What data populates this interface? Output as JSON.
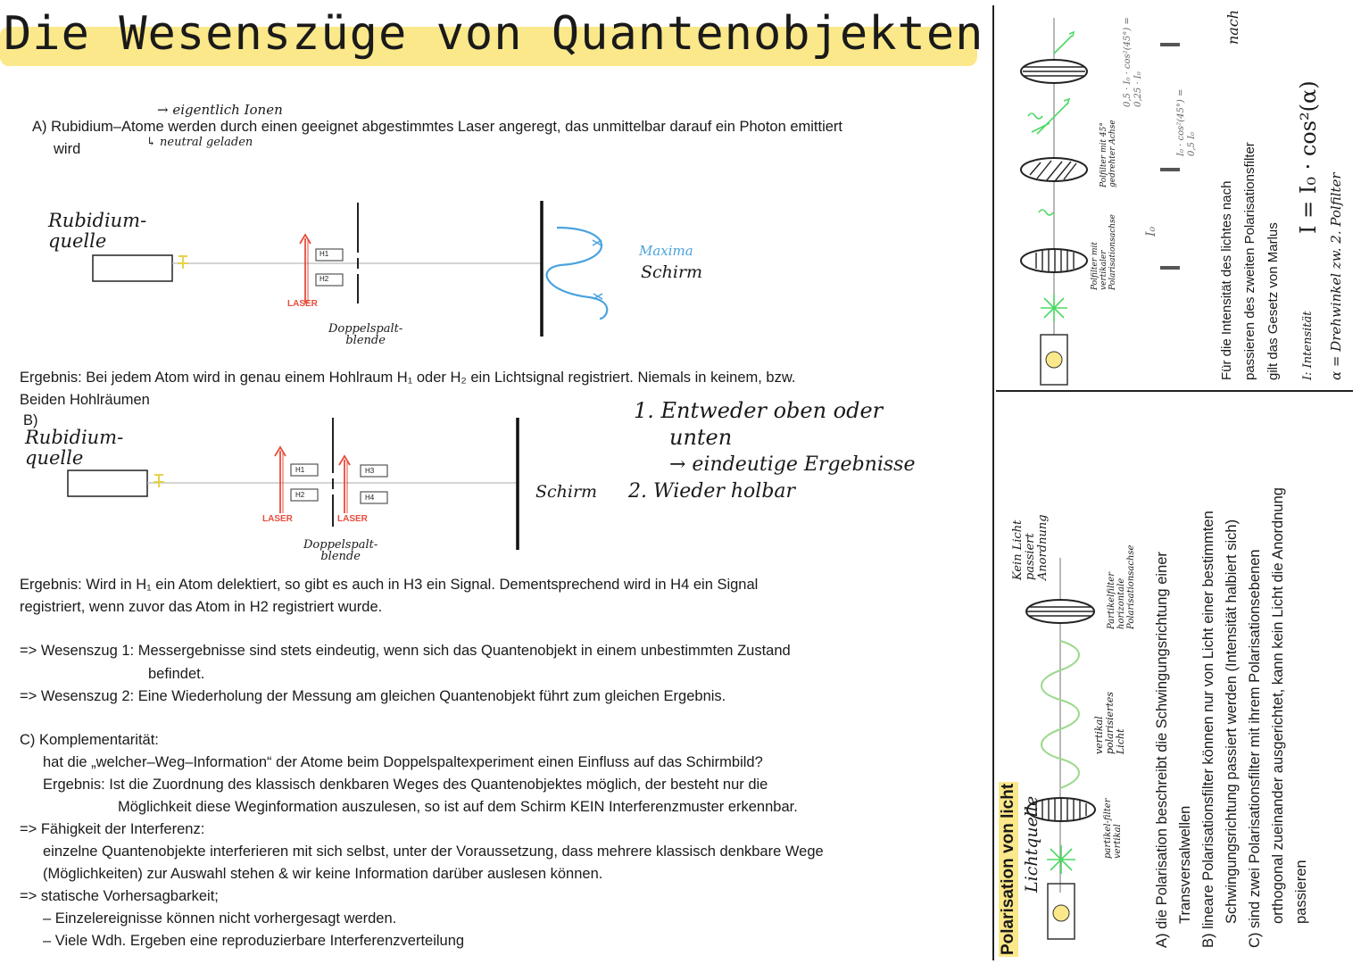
{
  "title": "Die Wesenszüge von Quantenobjekten",
  "sectionA": {
    "annotation_top": "→ eigentlich Ionen",
    "annotation_bottom": "↳ neutral geladen",
    "line1": "A) Rubidium–Atome werden durch einen geeignet abgestimmtes Laser angeregt, das unmittelbar darauf ein Photon emittiert",
    "line2": "wird"
  },
  "diagramA": {
    "source_label_1": "Rubidium-",
    "source_label_2": "quelle",
    "h1": "H1",
    "h2": "H2",
    "laser": "LASER",
    "slit_label_1": "Doppelspalt-",
    "slit_label_2": "blende",
    "maxima": "Maxima",
    "screen": "Schirm"
  },
  "resultA": {
    "line1": "Ergebnis: Bei jedem Atom wird in genau einem Hohlraum H₁ oder H₂ ein Lichtsignal registriert. Niemals in keinem, bzw.",
    "line2": "Beiden Hohlräumen"
  },
  "sectionB": {
    "label": "B)",
    "source_label_1": "Rubidium-",
    "source_label_2": "quelle",
    "h1": "H1",
    "h2": "H2",
    "h3": "H3",
    "h4": "H4",
    "laser": "LASER",
    "slit_label_1": "Doppelspalt-",
    "slit_label_2": "blende",
    "screen": "Schirm",
    "note1": "1. Entweder oben oder",
    "note2": "unten",
    "note3": "→ eindeutige Ergebnisse",
    "note4": "2. Wieder holbar"
  },
  "resultB": {
    "line1": "Ergebnis: Wird in H₁ ein Atom delektiert, so gibt es auch in H3 ein Signal. Dementsprechend wird in H4 ein Signal",
    "line2": "registriert, wenn zuvor das Atom in H2 registriert wurde."
  },
  "wesenszug1_a": "=> Wesenszug 1: Messergebnisse sind stets eindeutig, wenn sich das Quantenobjekt in einem unbestimmten Zustand",
  "wesenszug1_b": "befindet.",
  "wesenszug2": "=> Wesenszug 2: Eine Wiederholung der Messung am gleichen Quantenobjekt führt zum gleichen Ergebnis.",
  "sectionC": {
    "head": "C) Komplementarität:",
    "q": "hat die „welcher–Weg–Information“ der Atome beim Doppelspaltexperiment einen Einfluss auf das Schirmbild?",
    "e1": "Ergebnis: Ist die Zuordnung des klassisch denkbaren Weges des Quantenobjektes möglich, der besteht nur die",
    "e2": "Möglichkeit diese Weginformation auszulesen, so ist auf dem Schirm KEIN Interferenzmuster erkennbar.",
    "f_head": "=> Fähigkeit der Interferenz:",
    "f1": "einzelne Quantenobjekte interferieren mit sich selbst, unter der Voraussetzung, dass mehrere klassisch denkbare Wege",
    "f2": "(Möglichkeiten) zur Auswahl stehen & wir keine Information darüber auslesen können.",
    "s_head": "=> statische Vorhersagbarkeit;",
    "s1": "– Einzelereignisse können nicht vorhergesagt werden.",
    "s2": "– Viele Wdh. Ergeben eine reproduzierbare Interferenzverteilung"
  },
  "right": {
    "title": "Polarisation von licht",
    "lichtquelle": "Lichtquelle",
    "filter_vertikal": "partikel-filter vertikal",
    "vertikal_licht": "vertikal polarisiertes Licht",
    "filter_horizontal": "Partikelfilter horizontale Polarisationsachse",
    "kein_licht": "Kein Licht passiert Anordnung",
    "a1": "A) die Polarisation beschreibt die Schwingungsrichtung einer",
    "a2": "Transversalwellen",
    "b1": "B) lineare Polarisationsfilter können nur von Licht einer bestimmten",
    "b2": "Schwingungsrichtung passiert werden (Intensität halbiert sich)",
    "c1": "C) sind zwei Polarisationsfilter mit ihrem Polarisationsebenen",
    "c2": "orthogonal zueinander ausgerichtet, kann kein Licht die Anordnung",
    "c3": "passieren",
    "top_filter1": "Polfilter mit vertikaler Polarisationsachse",
    "top_filter2": "Polfilter mit 45° gedrehter Achse",
    "i0": "I₀",
    "i_half": "I₀ · cos²(45°) = 0,5 I₀",
    "i_quarter": "0,5 · I₀ · cos²(45°) = 0,25 · I₀",
    "malus1": "Für die Intensität des lichtes nach",
    "malus2": "passieren des zweiten Polarisationsfilter",
    "malus3": "gilt das Gesetz von Marlus",
    "nach": "nach",
    "formula": "I = I₀ · cos²(α)",
    "legend_i": "I: Intensität",
    "legend_a": "α = Drehwinkel zw. 2. Polfilter"
  }
}
